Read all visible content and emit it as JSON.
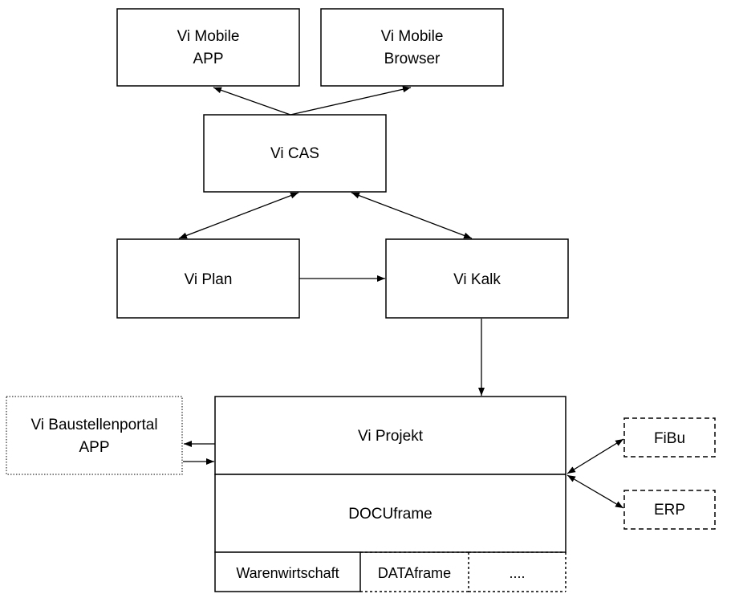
{
  "nodes": {
    "vi_mobile_app": [
      "Vi Mobile",
      "APP"
    ],
    "vi_mobile_browser": [
      "Vi Mobile",
      "Browser"
    ],
    "vi_cas": [
      "Vi CAS"
    ],
    "vi_plan": [
      "Vi Plan"
    ],
    "vi_kalk": [
      "Vi Kalk"
    ],
    "vi_baustellenportal": [
      "Vi Baustellenportal",
      "APP"
    ],
    "vi_projekt": [
      "Vi Projekt"
    ],
    "docuframe": [
      "DOCUframe"
    ],
    "warenwirtschaft": [
      "Warenwirtschaft"
    ],
    "dataframe": [
      "DATAframe"
    ],
    "more": [
      "...."
    ],
    "fibu": [
      "FiBu"
    ],
    "erp": [
      "ERP"
    ]
  },
  "edges": [
    {
      "from": "vi_cas",
      "to": "vi_mobile_app",
      "direction": "forward"
    },
    {
      "from": "vi_cas",
      "to": "vi_mobile_browser",
      "direction": "forward"
    },
    {
      "from": "vi_cas",
      "to": "vi_plan",
      "direction": "both"
    },
    {
      "from": "vi_cas",
      "to": "vi_kalk",
      "direction": "both"
    },
    {
      "from": "vi_plan",
      "to": "vi_kalk",
      "direction": "forward"
    },
    {
      "from": "vi_kalk",
      "to": "vi_projekt",
      "direction": "forward"
    },
    {
      "from": "vi_projekt",
      "to": "vi_baustellenportal",
      "direction": "forward"
    },
    {
      "from": "vi_baustellenportal",
      "to": "vi_projekt",
      "direction": "forward"
    },
    {
      "from": "vi_projekt",
      "to": "fibu",
      "direction": "both"
    },
    {
      "from": "vi_projekt",
      "to": "erp",
      "direction": "both"
    }
  ],
  "colors": {
    "stroke": "#000000",
    "fill": "#ffffff",
    "text": "#000000"
  }
}
